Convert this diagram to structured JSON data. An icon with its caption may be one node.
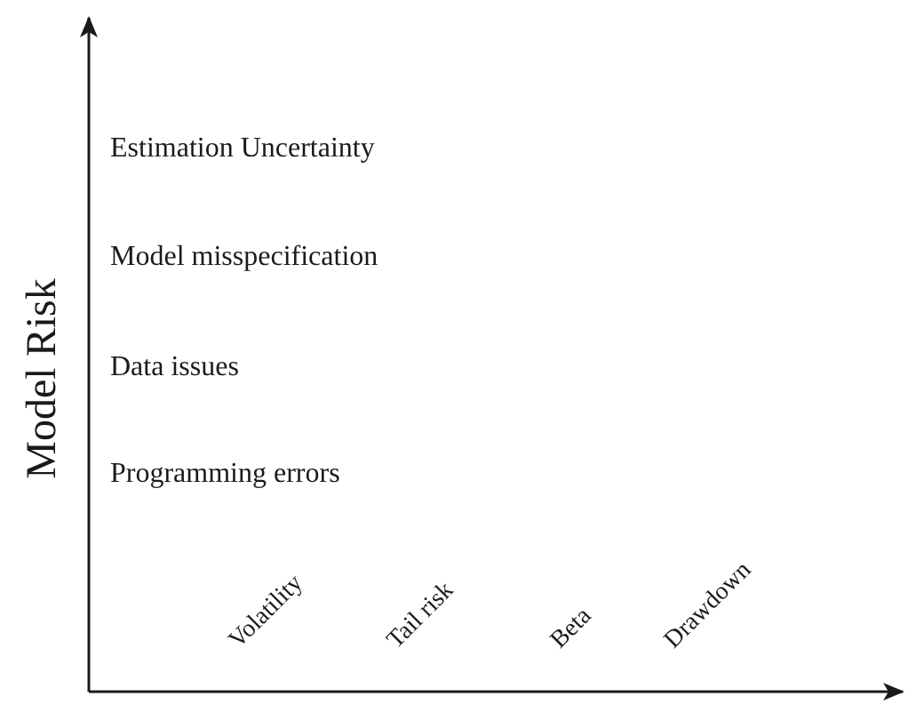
{
  "diagram": {
    "labels": [
      "Estimation Uncertainty",
      "Model misspecification",
      "Data issues",
      "Programming errors",
      "Model Risk",
      "Volatility",
      "Tail risk",
      "Beta",
      "Drawdown"
    ]
  }
}
